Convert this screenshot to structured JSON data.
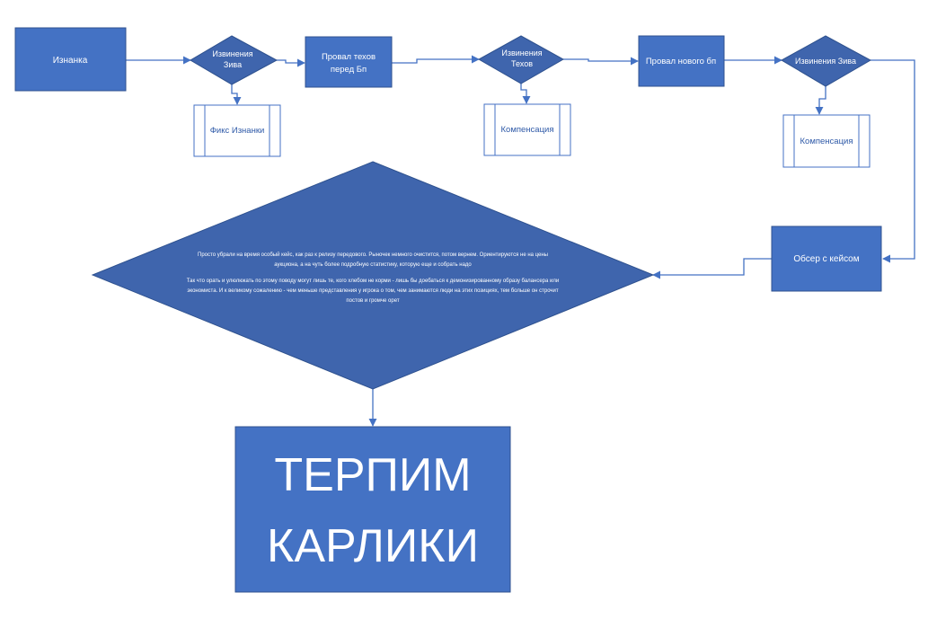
{
  "colors": {
    "box_fill": "#4472c4",
    "box_stroke": "#2f528f",
    "diamond_fill": "#3f65ad",
    "connector": "#4472c4",
    "subprocess_stroke": "#4472c4",
    "subprocess_text": "#2f5aa8"
  },
  "nodes": {
    "iznanka": "Изнанка",
    "decision1": [
      "Извинения",
      "Зива"
    ],
    "fix_iznanka": "Фикс Изнанки",
    "proval_tehov": [
      "Провал техов",
      "перед Бп"
    ],
    "decision2": [
      "Извинения",
      "Техов"
    ],
    "kompensaciya1": "Компенсация",
    "proval_bp": "Провал нового бп",
    "decision3": "Извинения Зива",
    "kompensaciya2": "Компенсация",
    "obser": "Обсер с кейсом",
    "big_decision": [
      "Просто убрали на время особый кейс, как раз к релизу передового. Рыночек немного очистится, потом вернем. Ориентируются не на цены",
      "аукциона, а на чуть более подробную статистику, которую еще и собрать надо",
      "",
      "Так что орать и улюлюкать по этому поводу могут лишь те, кого хлебом не корми - лишь бы доебаться к демонизированному образу балансера или",
      "экономиста.  И к великому сожалению - чем меньше представления у игрока о том, чем занимаются люди на этих позициях, тем больше он строчит",
      "постов и громче орет"
    ],
    "final": [
      "ТЕРПИМ",
      "КАРЛИКИ"
    ]
  }
}
